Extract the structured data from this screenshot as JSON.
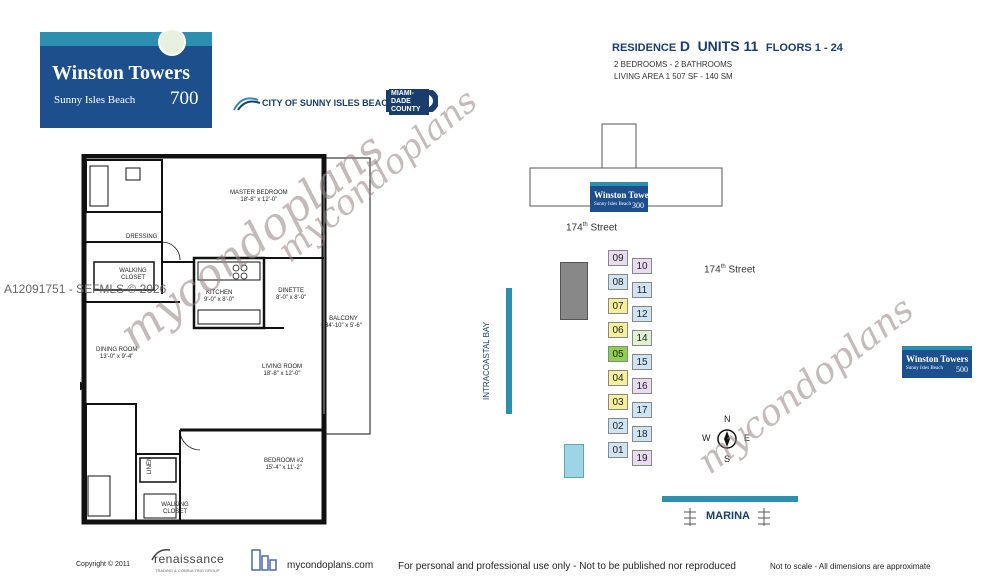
{
  "logo": {
    "name": "Winston Towers",
    "location": "Sunny Isles Beach",
    "number": "700"
  },
  "city_logo_text": "CITY OF SUNNY ISLES BEACH",
  "county_logo_text": "MIAMI-DADE COUNTY",
  "residence": {
    "label": "RESIDENCE",
    "letter": "D",
    "units_label": "UNITS 11",
    "floors_label": "FLOORS 1 - 24",
    "bed_bath": "2 BEDROOMS - 2 BATHROOMS",
    "living_area": "LIVING AREA  1 507 SF - 140 SM"
  },
  "rooms": {
    "master_bedroom": {
      "name": "MASTER BEDROOM",
      "size": "18'-8\" x 12'-0\""
    },
    "dressing": {
      "name": "DRESSING"
    },
    "walking_closet_1": {
      "name": "WALKING CLOSET"
    },
    "kitchen": {
      "name": "KITCHEN",
      "size": "9'-0\" x 8'-0\""
    },
    "dinette": {
      "name": "DINETTE",
      "size": "8'-0\" x 8'-0\""
    },
    "balcony": {
      "name": "BALCONY",
      "size": "34'-10\" x 5'-6\""
    },
    "dining_room": {
      "name": "DINING ROOM",
      "size": "13'-0\" x 9'-4\""
    },
    "living_room": {
      "name": "LIVING ROOM",
      "size": "18'-8\" x 12'-0\""
    },
    "bedroom_2": {
      "name": "BEDROOM #2",
      "size": "15'-4\" x 11'-2\""
    },
    "walking_closet_2": {
      "name": "WALKING CLOSET"
    },
    "linen": {
      "name": "LINEN"
    }
  },
  "site": {
    "street_top": {
      "num": "174",
      "sup": "th",
      "word": "Street"
    },
    "street_right": {
      "num": "174",
      "sup": "th",
      "word": "Street"
    },
    "tower_300": {
      "name": "Winston Towers",
      "location": "Sunny Isles Beach",
      "number": "300"
    },
    "tower_500": {
      "name": "Winston Towers",
      "location": "Sunny Isles Beach",
      "number": "500"
    },
    "bay": "INTRACOASTAL BAY",
    "marina": "MARINA",
    "compass": {
      "n": "N",
      "s": "S",
      "w": "W",
      "e": "E"
    },
    "units_left": [
      "09",
      "08",
      "07",
      "06",
      "05",
      "04",
      "03",
      "02",
      "01"
    ],
    "units_right": [
      "10",
      "11",
      "12",
      "14",
      "15",
      "16",
      "17",
      "18",
      "19"
    ],
    "colors": {
      "09": "#e9dcf1",
      "10": "#e9dcf1",
      "08": "#cfe4f3",
      "11": "#cfe4f3",
      "07": "#f7ef9a",
      "12": "#cfe4f3",
      "06": "#f7ef9a",
      "14": "#e0f2d2",
      "05": "#8fd14f",
      "15": "#cfe4f3",
      "04": "#f7ef9a",
      "16": "#e9dcf1",
      "03": "#f7ef9a",
      "17": "#cfe4f3",
      "02": "#cfe4f3",
      "18": "#cfe4f3",
      "01": "#cfe4f3",
      "19": "#e9dcf1"
    }
  },
  "watermarks": {
    "main": "mycondoplans",
    "mls": "A12091751 - SEFMLS © 2026"
  },
  "footer": {
    "copyright": "Copyright  ©  2011",
    "renaissance": "renaissance",
    "renaissance_sub": "TRADING & CONSULTING GROUP",
    "website": "mycondoplans.com",
    "usage": "For personal and professional use only - Not to be published nor reproduced",
    "scale": "Not to scale - All dimensions are approximate"
  }
}
